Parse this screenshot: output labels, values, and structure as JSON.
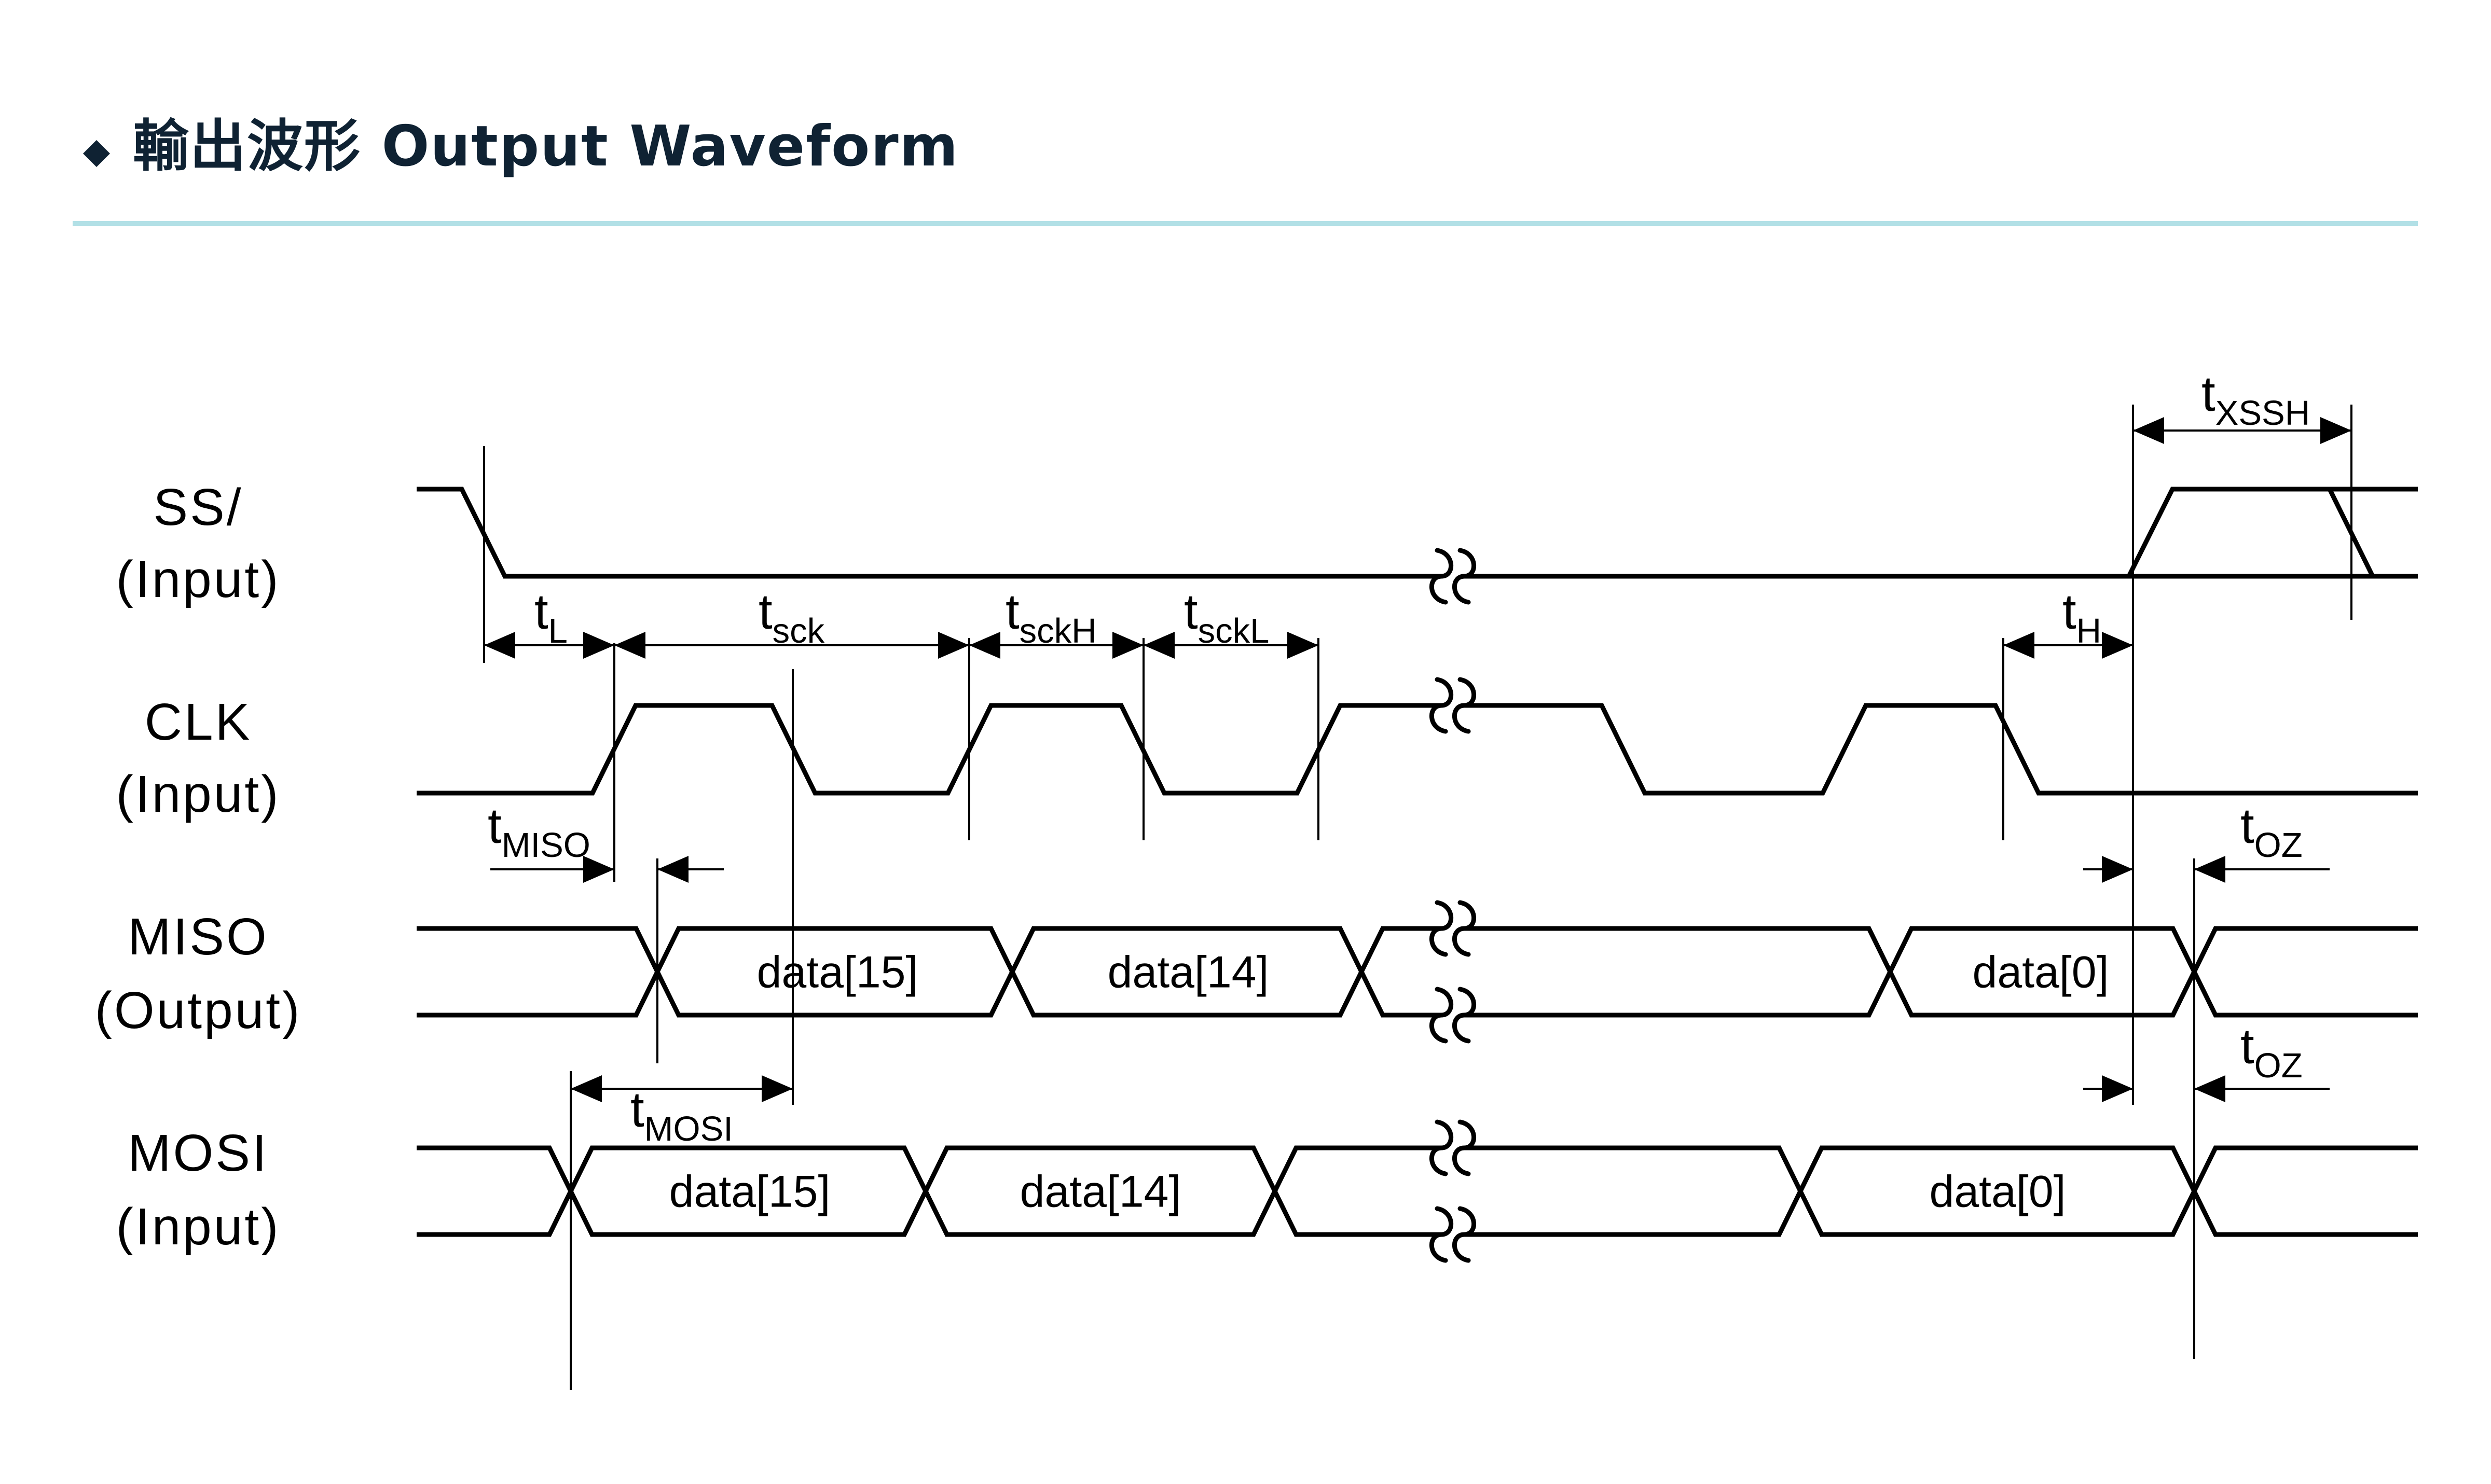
{
  "header": {
    "bullet_icon": "diamond-icon",
    "title": "輸出波形 Output Waveform",
    "colors": {
      "title": "#0f2233",
      "rule": "#b2e0e6"
    }
  },
  "diagram": {
    "type": "timing-diagram",
    "signals": [
      {
        "id": "ss",
        "name": "SS/",
        "direction": "(Input)",
        "kind": "single"
      },
      {
        "id": "clk",
        "name": "CLK",
        "direction": "(Input)",
        "kind": "clock"
      },
      {
        "id": "miso",
        "name": "MISO",
        "direction": "(Output)",
        "kind": "bus",
        "data": [
          "data[15]",
          "data[14]",
          "data[0]"
        ]
      },
      {
        "id": "mosi",
        "name": "MOSI",
        "direction": "(Input)",
        "kind": "bus",
        "data": [
          "data[15]",
          "data[14]",
          "data[0]"
        ]
      }
    ],
    "timing_params": [
      {
        "id": "tL",
        "base": "t",
        "sub": "L"
      },
      {
        "id": "tsck",
        "base": "t",
        "sub": "sck"
      },
      {
        "id": "tsckH",
        "base": "t",
        "sub": "sckH"
      },
      {
        "id": "tsckL",
        "base": "t",
        "sub": "sckL"
      },
      {
        "id": "tH",
        "base": "t",
        "sub": "H"
      },
      {
        "id": "tXSSH",
        "base": "t",
        "sub": "XSSH"
      },
      {
        "id": "tMISO",
        "base": "t",
        "sub": "MISO"
      },
      {
        "id": "tMOSI",
        "base": "t",
        "sub": "MOSI"
      },
      {
        "id": "tOZ_miso",
        "base": "t",
        "sub": "OZ"
      },
      {
        "id": "tOZ_mosi",
        "base": "t",
        "sub": "OZ"
      }
    ],
    "break_symbol": "wavy-break-icon"
  }
}
